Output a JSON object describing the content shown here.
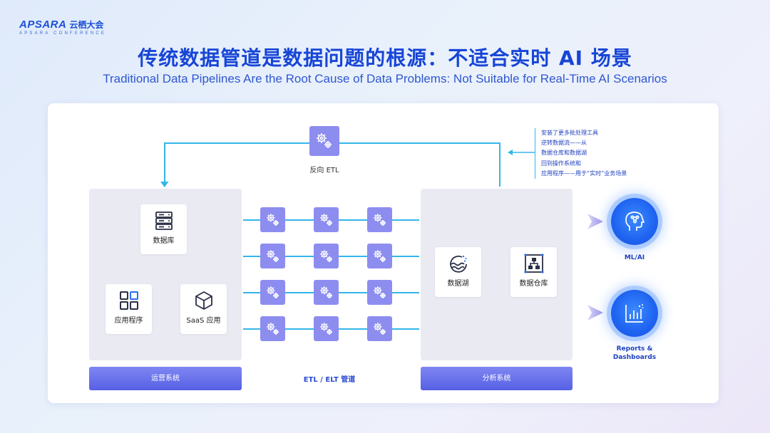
{
  "logo": {
    "brand": "APSARA",
    "brand_cn": "云栖大会",
    "sub": "APSARA CONFERENCE"
  },
  "title_cn": "传统数据管道是数据问题的根源：不适合实时 AI 场景",
  "title_en": "Traditional Data Pipelines Are the Root Cause of Data Problems: Not Suitable for Real-Time AI Scenarios",
  "reverse_etl": {
    "label": "反向 ETL"
  },
  "note_lines": [
    "安装了更多批处理工具",
    "逆转数据流——从",
    "数据仓库和数据湖",
    "回到操作系统和",
    "应用程序——用于“实时”业务场景"
  ],
  "operational": {
    "bar_label": "运营系统",
    "database": "数据库",
    "apps": "应用程序",
    "saas": "SaaS 应用"
  },
  "pipeline": {
    "label": "ETL / ELT 管道"
  },
  "analytics": {
    "bar_label": "分析系统",
    "lake": "数据湖",
    "warehouse": "数据仓库"
  },
  "outputs": [
    {
      "label": "ML/AI",
      "icon": "ai-head-icon"
    },
    {
      "label_line1": "Reports &",
      "label_line2": "Dashboards",
      "icon": "chart-icon"
    }
  ],
  "colors": {
    "accent": "#1745d6",
    "line": "#33b6ea",
    "gear": "#8d8df0",
    "bar": "#5d66e8"
  }
}
